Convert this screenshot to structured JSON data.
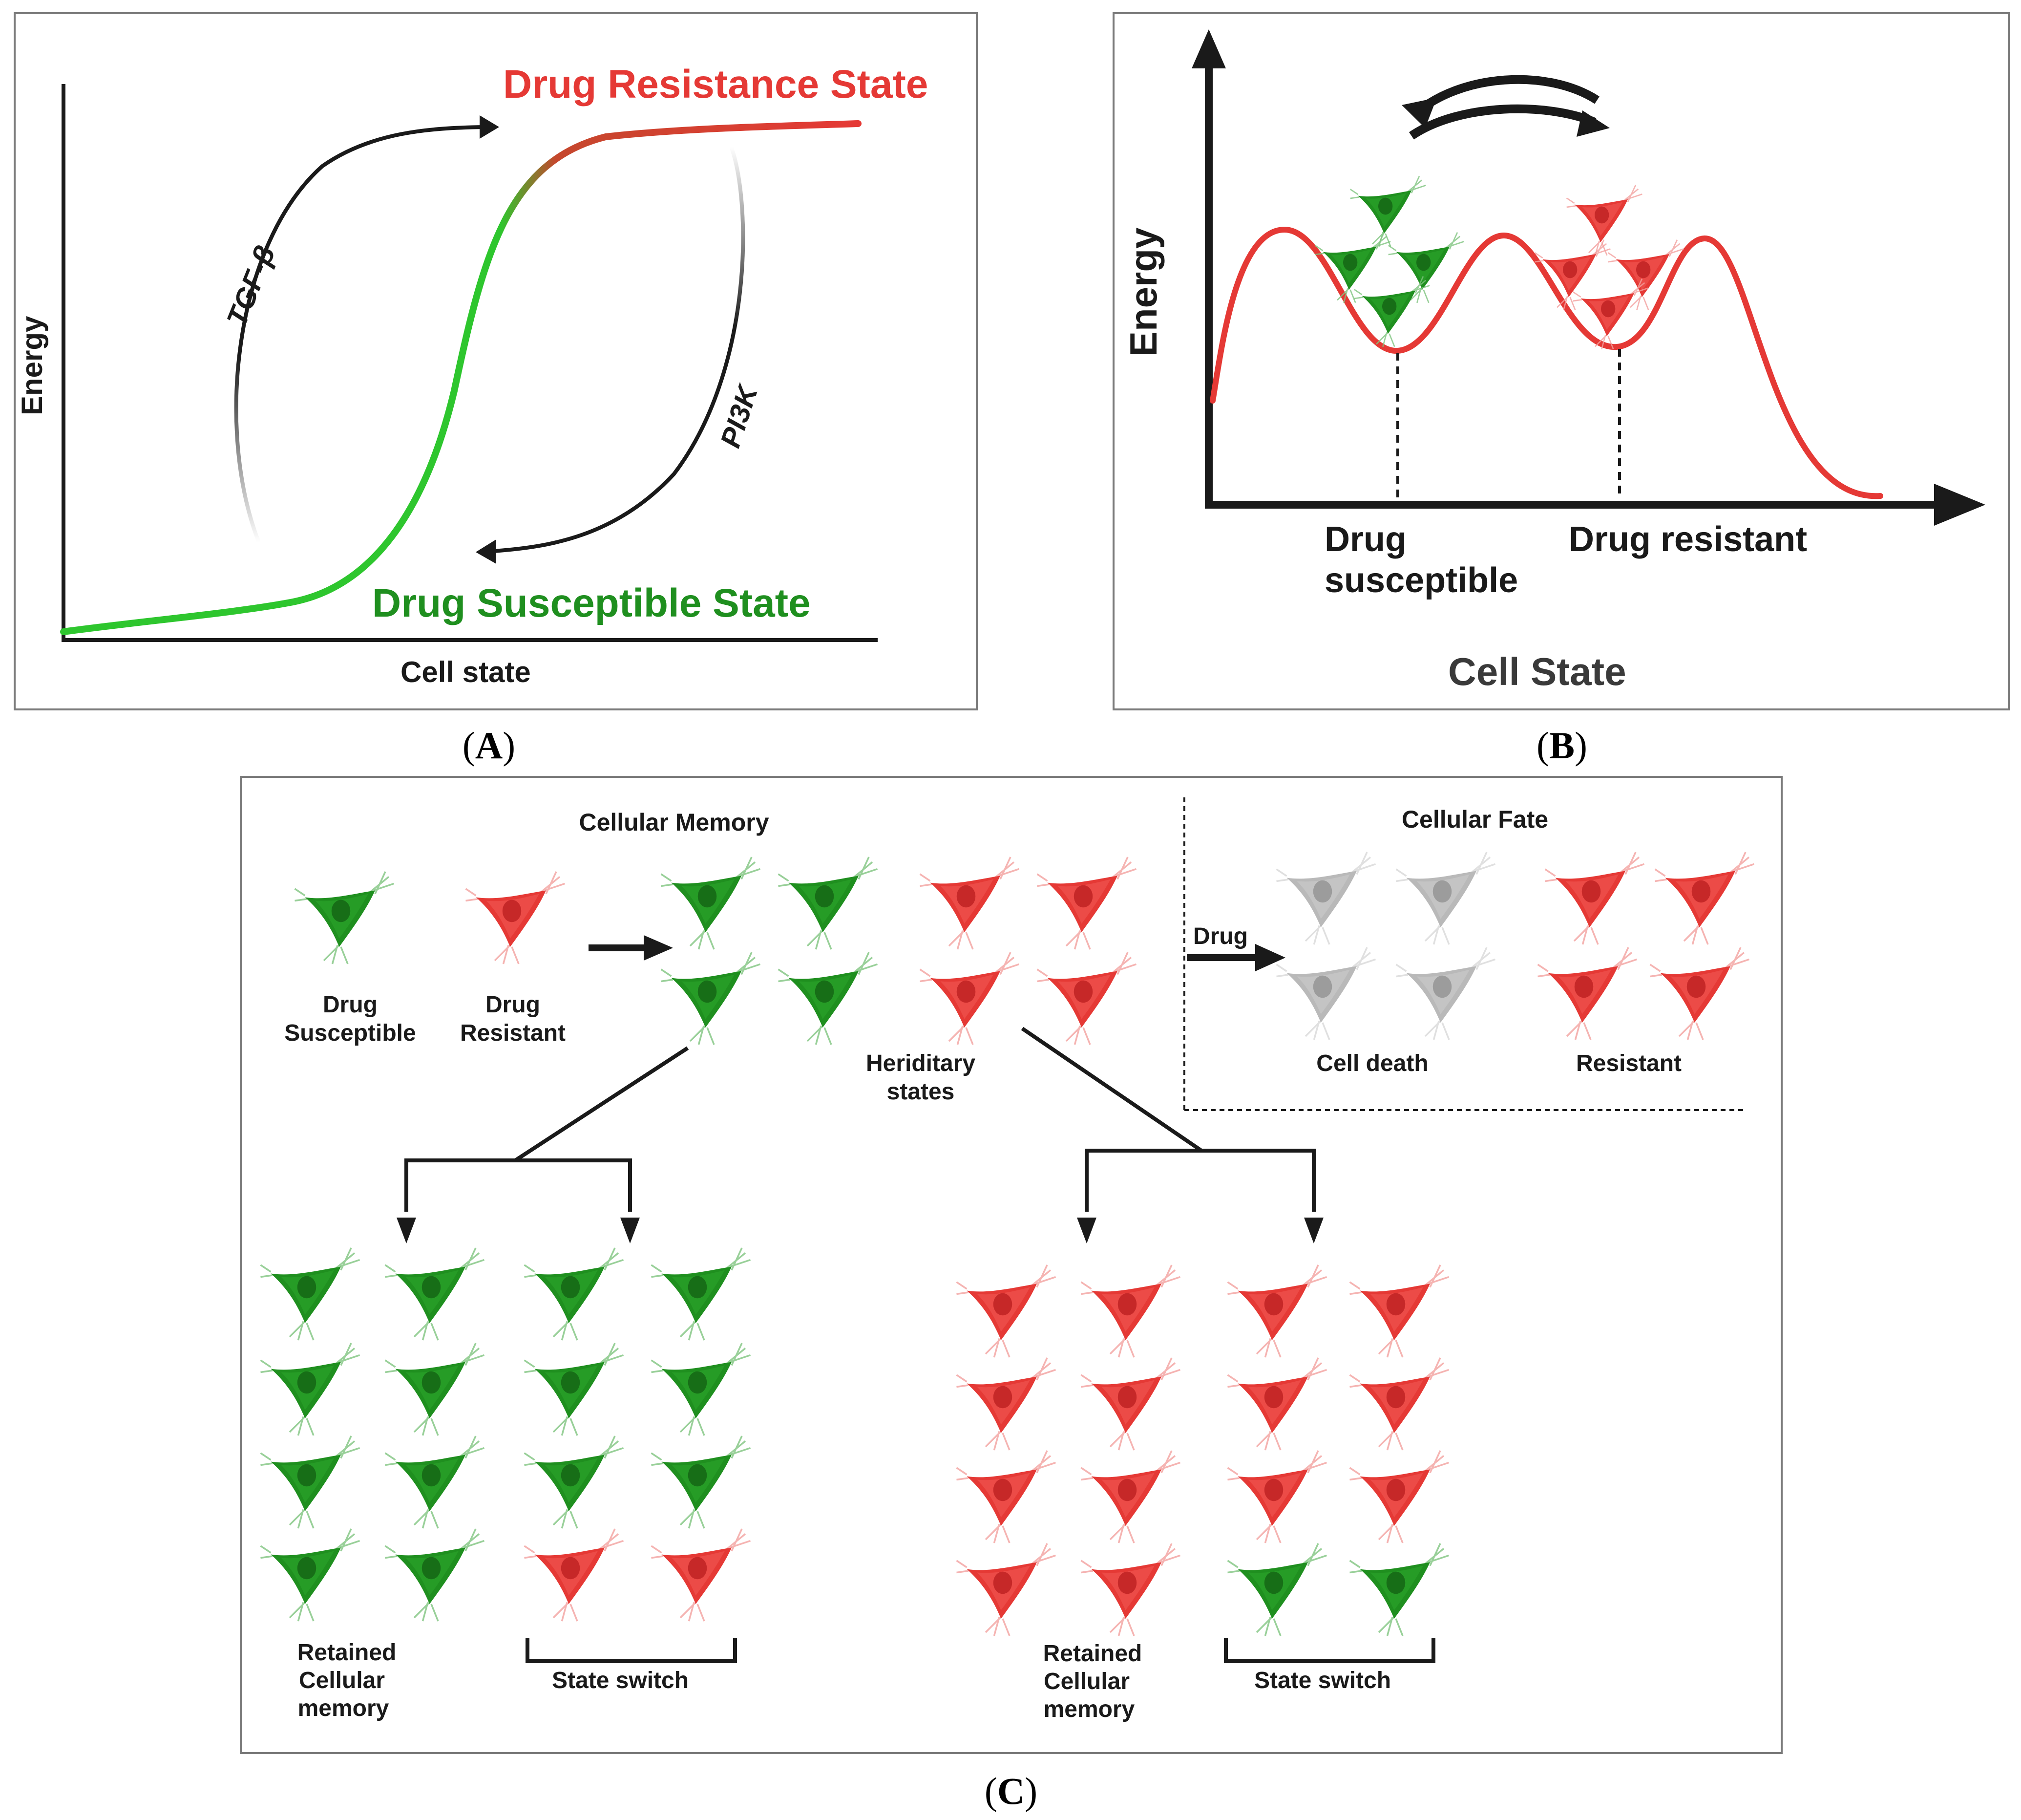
{
  "colors": {
    "green": "#1f8f1f",
    "green_light": "#2ec62e",
    "red": "#e53935",
    "grey": "#b9b9b9",
    "black": "#1a1a1a",
    "frame": "#7a7a7a"
  },
  "panel_a": {
    "letter": "A",
    "title_resistant": "Drug Resistance State",
    "title_susceptible": "Drug Susceptible State",
    "label_tgf": "TGF-β",
    "label_pi3k": "PI3K",
    "axis_y": "Energy",
    "axis_x": "Cell state"
  },
  "panel_b": {
    "letter": "B",
    "axis_y": "Energy",
    "axis_x": "Cell State",
    "label_susceptible_1": "Drug",
    "label_susceptible_2": "susceptible",
    "label_resistant": "Drug resistant"
  },
  "panel_c": {
    "letter": "C",
    "title_memory": "Cellular Memory",
    "title_fate": "Cellular Fate",
    "drug_susceptible_1": "Drug",
    "drug_susceptible_2": "Susceptible",
    "drug_resistant_1": "Drug",
    "drug_resistant_2": "Resistant",
    "hereditary_1": "Heriditary",
    "hereditary_2": "states",
    "drug_label": "Drug",
    "cell_death": "Cell death",
    "resistant": "Resistant",
    "retained_1": "Retained",
    "retained_2": "Cellular",
    "retained_3": "memory",
    "state_switch": "State switch"
  },
  "icons": [
    "green-cell-icon",
    "red-cell-icon",
    "grey-cell-icon",
    "arrow-icon"
  ]
}
